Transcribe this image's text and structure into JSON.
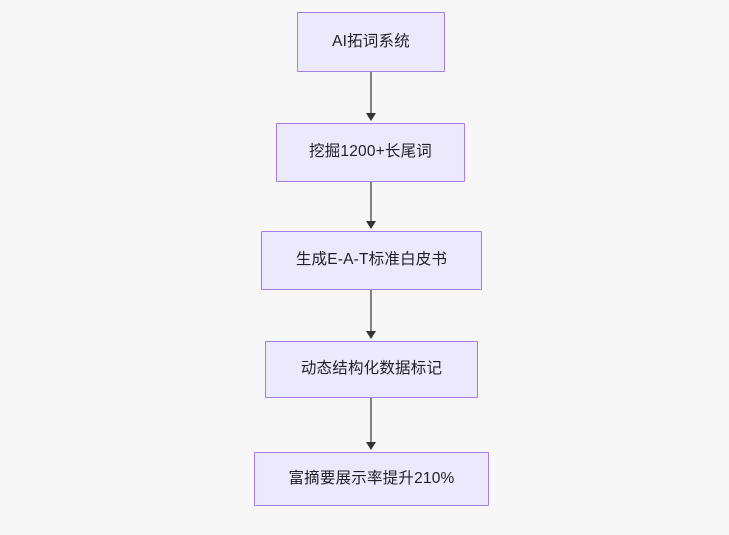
{
  "diagram": {
    "type": "flowchart",
    "orientation": "top-to-bottom",
    "background_color": "#f7f7f7",
    "node_fill_color": "#ece9fc",
    "node_border_color": "#a37ee8",
    "node_text_color": "#1f2024",
    "connector_color": "#838383",
    "arrowhead_color": "#333336",
    "nodes": [
      {
        "id": "node-1",
        "label": "AI拓词系统"
      },
      {
        "id": "node-2",
        "label": "挖掘1200+长尾词"
      },
      {
        "id": "node-3",
        "label": "生成E-A-T标准白皮书"
      },
      {
        "id": "node-4",
        "label": "动态结构化数据标记"
      },
      {
        "id": "node-5",
        "label": "富摘要展示率提升210%"
      }
    ],
    "edges": [
      {
        "id": "edge-1",
        "from": "node-1",
        "to": "node-2"
      },
      {
        "id": "edge-2",
        "from": "node-2",
        "to": "node-3"
      },
      {
        "id": "edge-3",
        "from": "node-3",
        "to": "node-4"
      },
      {
        "id": "edge-4",
        "from": "node-4",
        "to": "node-5"
      }
    ]
  }
}
